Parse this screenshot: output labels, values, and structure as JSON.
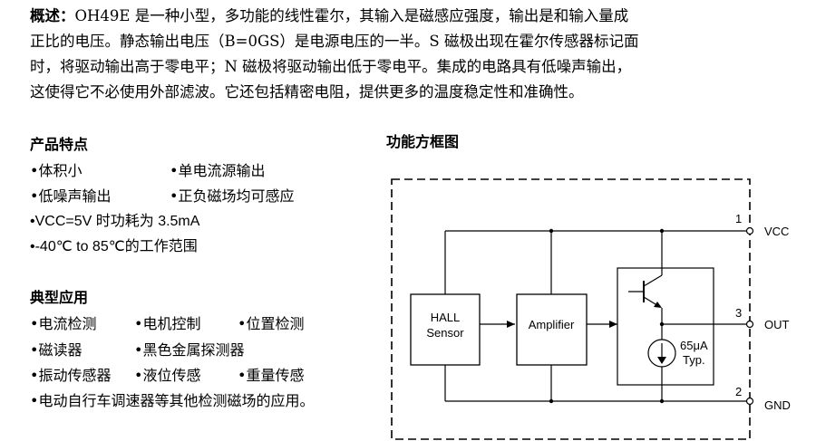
{
  "overview": {
    "label": "概述：",
    "lines": [
      "OH49E 是一种小型，多功能的线性霍尔，其输入是磁感应强度，输出是和输入量成",
      "正比的电压。静态输出电压（B=0GS）是电源电压的一半。S 磁极出现在霍尔传感器标记面",
      "时，将驱动输出高于零电平；N 磁极将驱动输出低于零电平。集成的电路具有低噪声输出，",
      "这使得它不必使用外部滤波。它还包括精密电阻，提供更多的温度稳定性和准确性。"
    ]
  },
  "features": {
    "heading": "产品特点",
    "items": [
      "•体积小",
      "•单电流源输出",
      "•低噪声输出",
      "•正负磁场均可感应"
    ],
    "vcc_line": "•VCC=5V  时功耗为 3.5mA",
    "temp_line": "•-40℃ to 85℃的工作范围"
  },
  "applications": {
    "heading": "典型应用",
    "items": [
      "•电流检测",
      "•电机控制",
      "•位置检测",
      "•磁读器",
      "•黑色金属探测器",
      "•振动传感器",
      "•液位传感",
      "•重量传感"
    ],
    "last_line": "•电动自行车调速器等其他检测磁场的应用。"
  },
  "diagram": {
    "heading": "功能方框图",
    "hall_line1": "HALL",
    "hall_line2": "Sensor",
    "amplifier": "Amplifier",
    "current_value": "65μA",
    "current_typ": "Typ.",
    "pin_vcc_num": "1",
    "pin_vcc_name": "VCC",
    "pin_out_num": "3",
    "pin_out_name": "OUT",
    "pin_gnd_num": "2",
    "pin_gnd_name": "GND"
  }
}
